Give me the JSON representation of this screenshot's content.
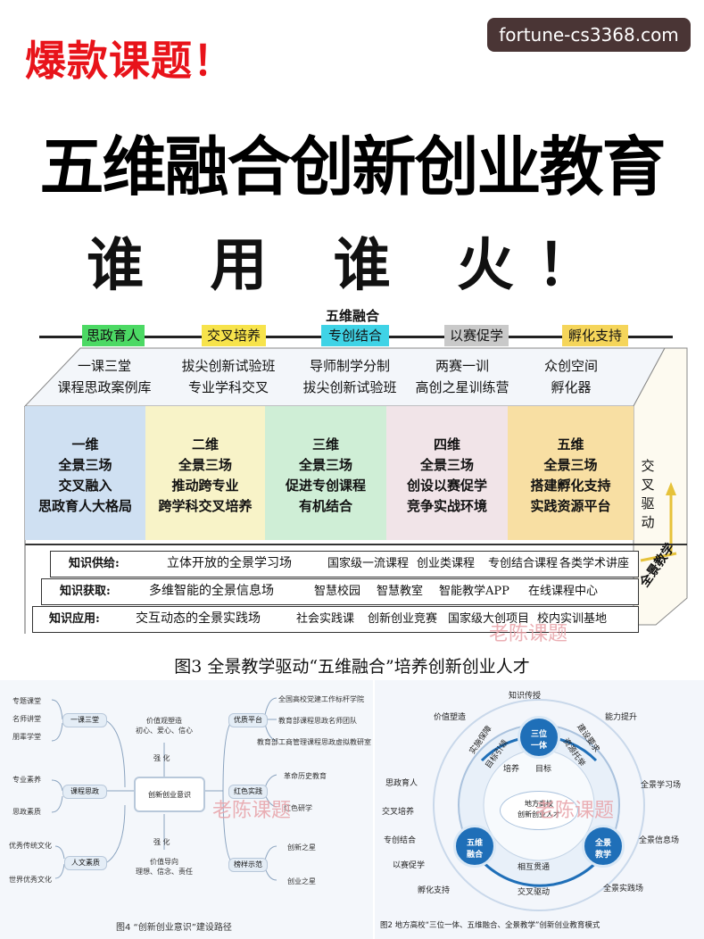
{
  "header": {
    "hot_title": "爆款课题！",
    "watermark_url": "fortune-cs3368.com",
    "main_title": "五维融合创新创业教育",
    "slogan": "谁 用 谁 火！"
  },
  "fig3": {
    "top_label": "五维融合",
    "tabs": [
      "思政育人",
      "交叉培养",
      "专创结合",
      "以赛促学",
      "孵化支持"
    ],
    "tab_colors": [
      "#4cd964",
      "#f7e34b",
      "#3fd3e6",
      "#c9c9c9",
      "#f5d55a"
    ],
    "tops": [
      [
        "一课三堂",
        "课程思政案例库"
      ],
      [
        "拔尖创新试验班",
        "专业学科交叉"
      ],
      [
        "导师制学分制",
        "拔尖创新试验班"
      ],
      [
        "两赛一训",
        "高创之星训练营"
      ],
      [
        "众创空间",
        "孵化器"
      ]
    ],
    "columns": [
      [
        "一维",
        "全景三场",
        "交叉融入",
        "思政育人大格局"
      ],
      [
        "二维",
        "全景三场",
        "推动跨专业",
        "跨学科交叉培养"
      ],
      [
        "三维",
        "全景三场",
        "促进专创课程",
        "有机结合"
      ],
      [
        "四维",
        "全景三场",
        "创设以赛促学",
        "竞争实战环境"
      ],
      [
        "五维",
        "全景三场",
        "搭建孵化支持",
        "实践资源平台"
      ]
    ],
    "column_colors": [
      "#cfe0f2",
      "#f8f3c8",
      "#cfeed6",
      "#f1e4e8",
      "#f8dfa3"
    ],
    "side_label": "交叉驱动",
    "bottom_side_label": "全景教学",
    "rows": [
      {
        "label": "知识供给:",
        "main": "立体开放的全景学习场",
        "items": [
          "国家级一流课程",
          "创业类课程",
          "专创结合课程",
          "各类学术讲座"
        ]
      },
      {
        "label": "知识获取:",
        "main": "多维智能的全景信息场",
        "items": [
          "智慧校园",
          "智慧教室",
          "智能教学APP",
          "在线课程中心"
        ]
      },
      {
        "label": "知识应用:",
        "main": "交互动态的全景实践场",
        "items": [
          "社会实践课",
          "创新创业竞赛",
          "国家级大创项目",
          "校内实训基地"
        ]
      }
    ],
    "watermark": "老陈课题",
    "caption": "图3  全景教学驱动“五维融合”培养创新创业人才"
  },
  "fig4": {
    "left_groups": [
      {
        "items": [
          "专题课堂",
          "名师讲堂",
          "朋辈学堂"
        ],
        "node": "一课三堂"
      },
      {
        "items": [
          "专业素养",
          "思政素质"
        ],
        "node": "课程思政"
      },
      {
        "items": [
          "优秀传统文化",
          "世界优秀文化"
        ],
        "node": "人文素质"
      }
    ],
    "value_shaping": [
      "价值观塑造",
      "初心、爱心、信心"
    ],
    "value_guide": [
      "价值导向",
      "理想、信念、责任"
    ],
    "strengthen": "强  化",
    "center": "创新创业意识",
    "right_groups": [
      {
        "node": "优质平台",
        "items": [
          "全国高校党建工作标杆学院",
          "教育部课程思政名师团队",
          "教育部工商管理课程思政虚拟教研室"
        ]
      },
      {
        "node": "红色实践",
        "items": [
          "革命历史教育",
          "红色研学"
        ]
      },
      {
        "node": "榜样示范",
        "items": [
          "创新之星",
          "创业之星"
        ]
      }
    ],
    "watermark": "老陈课题",
    "caption": "图4  “创新创业意识”建设路径"
  },
  "fig2": {
    "center": [
      "地方高校",
      "创新创业人才"
    ],
    "nodes": [
      [
        "三位",
        "一体"
      ],
      [
        "五维",
        "融合"
      ],
      [
        "全景",
        "教学"
      ]
    ],
    "outer_labels": [
      "知识传授",
      "能力提升",
      "价值塑造",
      "思政育人",
      "交叉培养",
      "专创结合",
      "以赛促学",
      "孵化支持",
      "全景学习场",
      "全景信息场",
      "全景实践场"
    ],
    "inner_labels": [
      "培养",
      "目标",
      "相互贯通",
      "交叉驱动",
      "建设要求",
      "资源托举",
      "实施保障",
      "目标引领"
    ],
    "watermark": "老陈课题",
    "caption": "图2  地方高校“三位一体、五维融合、全景教学”创新创业教育模式"
  }
}
